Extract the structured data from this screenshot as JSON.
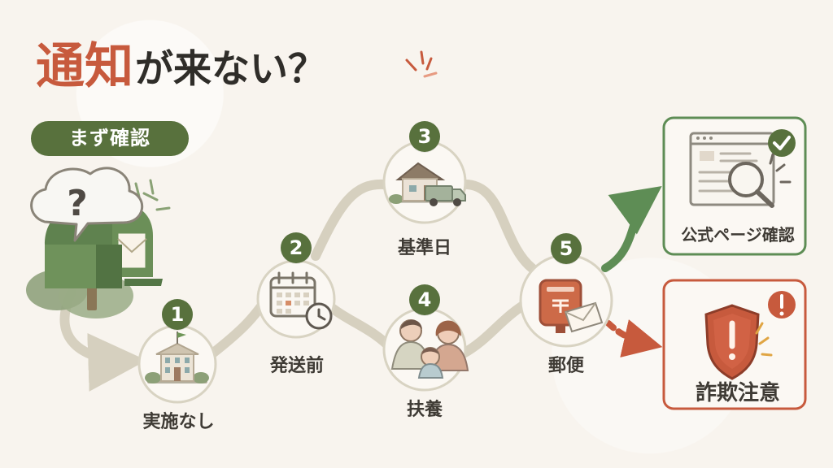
{
  "header": {
    "title_accent": "通知",
    "title_rest": "が来ない？",
    "subtitle": "まず確認"
  },
  "steps": [
    {
      "number": "1",
      "label": "実施なし"
    },
    {
      "number": "2",
      "label": "発送前"
    },
    {
      "number": "3",
      "label": "基準日"
    },
    {
      "number": "4",
      "label": "扶養"
    },
    {
      "number": "5",
      "label": "郵便"
    }
  ],
  "outcomes": {
    "official": "公式ページ確認",
    "fraud": "詐欺注意"
  },
  "colors": {
    "accent_red": "#c75a3d",
    "accent_green": "#58713d",
    "soft_green": "#5f8f57",
    "path_beige": "#d8d3c2",
    "background": "#f8f4ee"
  },
  "icons": {
    "mailbox": "mailbox-icon",
    "question": "question-bubble-icon",
    "school": "school-building-icon",
    "calendar": "calendar-clock-icon",
    "house_truck": "house-truck-icon",
    "family": "family-icon",
    "postbox": "postbox-icon",
    "magnifier": "magnifier-icon",
    "check": "check-icon",
    "shield_warning": "shield-warning-icon",
    "exclamation": "exclamation-icon"
  }
}
